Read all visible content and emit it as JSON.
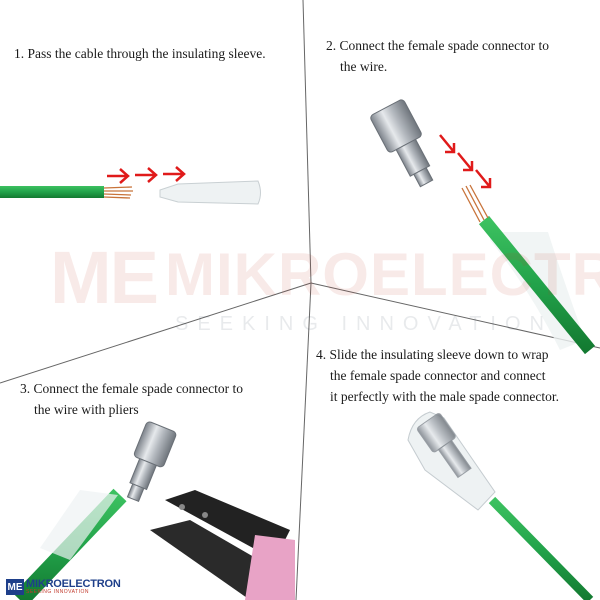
{
  "steps": [
    {
      "number": "1.",
      "lines": [
        "Pass the cable through the insulating sleeve."
      ]
    },
    {
      "number": "2.",
      "lines": [
        "Connect the female spade connector to",
        "the wire."
      ]
    },
    {
      "number": "3.",
      "lines": [
        "Connect the female spade connector to",
        "the wire with pliers"
      ]
    },
    {
      "number": "4.",
      "lines": [
        "Slide the insulating sleeve down to wrap",
        "the female spade connector and connect",
        "it perfectly with the male spade connector."
      ]
    }
  ],
  "watermark": {
    "mark": "ME",
    "brand": "MIKROELECTRON",
    "tagline": "SEEKING INNOVATION"
  },
  "logo": {
    "mark": "ME",
    "brand": "MIKROELECTRON",
    "tagline": "SEEKING INNOVATION"
  },
  "colors": {
    "wire": "#22a24a",
    "wire_dark": "#137a31",
    "copper": "#c8733a",
    "arrow": "#e01a1a",
    "metal": "#b8bcc2",
    "sleeve": "#e8eef0",
    "pliers_pink": "#e8a3c6",
    "divider": "#555555"
  }
}
